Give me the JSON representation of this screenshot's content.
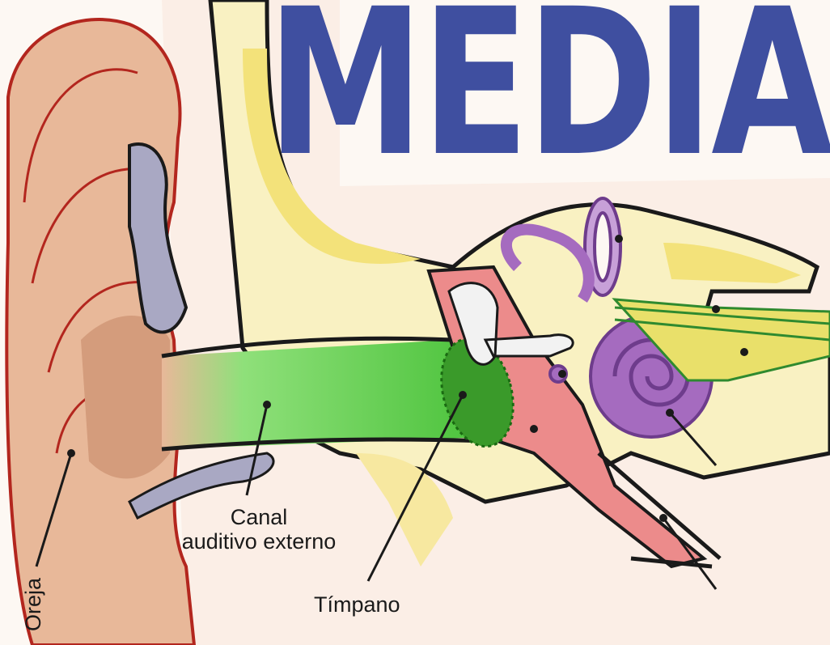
{
  "title": "MEDIA",
  "labels": {
    "canal_line1": "Canal",
    "canal_line2": "auditivo externo",
    "timpano": "Tímpano",
    "oreja": "Oreja"
  },
  "colors": {
    "title": "#3f4fa0",
    "skin": "#e8b899",
    "canal": "#5cd64a",
    "eardrum": "#3a9a2a",
    "inner_ear": "#a56bbf",
    "bone": "#f7e79a"
  }
}
